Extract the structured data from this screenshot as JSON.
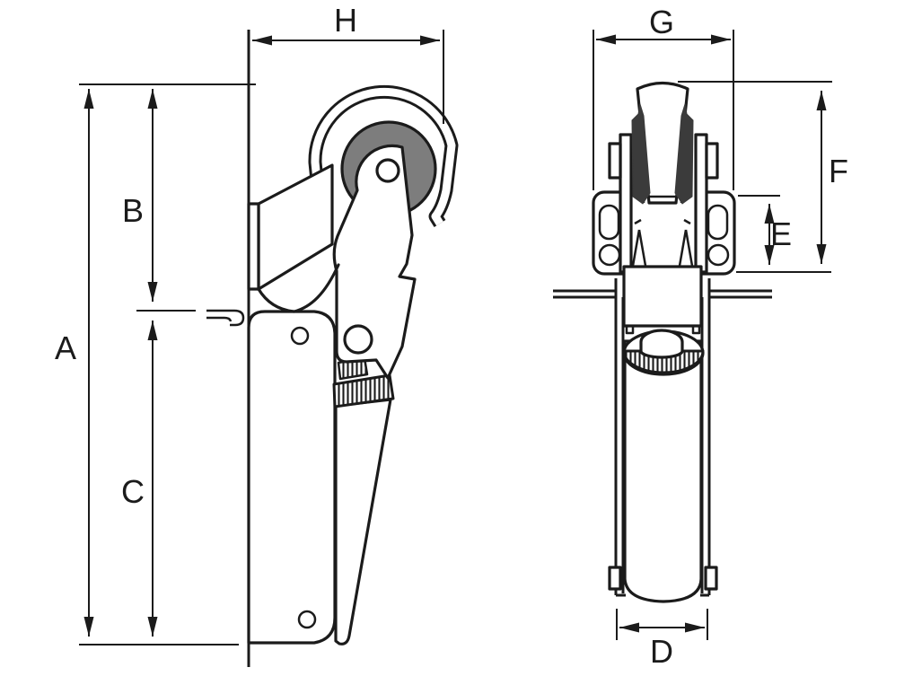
{
  "drawing": {
    "kind": "technical-line-drawing",
    "views": [
      {
        "id": "side-view",
        "dimension_labels": [
          "A",
          "B",
          "C",
          "H"
        ]
      },
      {
        "id": "front-view",
        "dimension_labels": [
          "D",
          "E",
          "F",
          "G"
        ]
      }
    ]
  },
  "dims": {
    "A": "A",
    "B": "B",
    "C": "C",
    "D": "D",
    "E": "E",
    "F": "F",
    "G": "G",
    "H": "H"
  },
  "colors": {
    "line": "#1b1b1b",
    "roller": "#7d7d7d",
    "flange": "#3b3b3b",
    "bg": "#ffffff"
  }
}
